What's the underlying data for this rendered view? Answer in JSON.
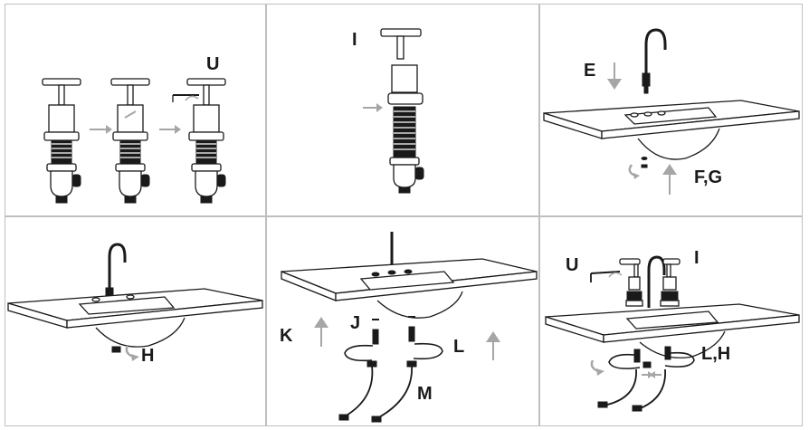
{
  "labels": {
    "panel1": {
      "u": "U"
    },
    "panel2": {
      "i": "I"
    },
    "panel3": {
      "e": "E",
      "fg": "F,G"
    },
    "panel4": {
      "h": "H"
    },
    "panel5": {
      "k": "K",
      "j": "J",
      "l": "L",
      "m": "M"
    },
    "panel6": {
      "u": "U",
      "i": "I",
      "lh": "L,H"
    }
  },
  "colors": {
    "line": "#1a1a1a",
    "arrow": "#a6a6a6",
    "border": "#bfbfbf"
  }
}
